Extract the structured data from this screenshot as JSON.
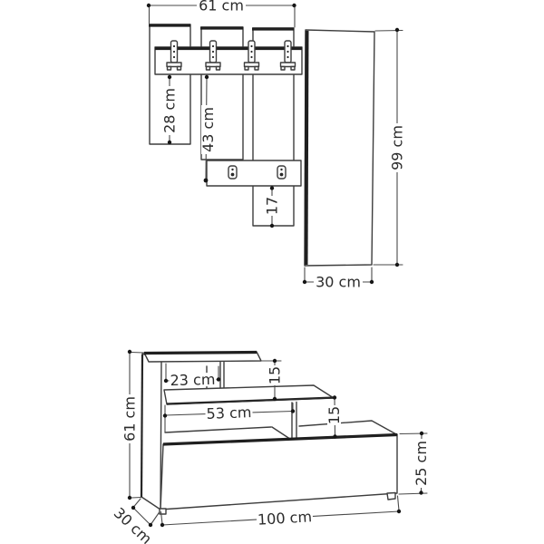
{
  "colors": {
    "background": "#ffffff",
    "line": "#3d3d3d",
    "edge": "#1f1f1f",
    "text": "#2b2b2b"
  },
  "top_figure": {
    "width": "61 cm",
    "left_panel": "28 cm",
    "center_panel": "43 cm",
    "lower_panel": "17",
    "mirror_height": "99 cm",
    "mirror_width": "30 cm"
  },
  "bottom_figure": {
    "height": "61 cm",
    "top_shelf": "23 cm",
    "upper_gap": "15",
    "middle_shelf": "53 cm",
    "lower_gap": "15",
    "front_height": "25 cm",
    "width": "100 cm",
    "depth": "30 cm"
  }
}
